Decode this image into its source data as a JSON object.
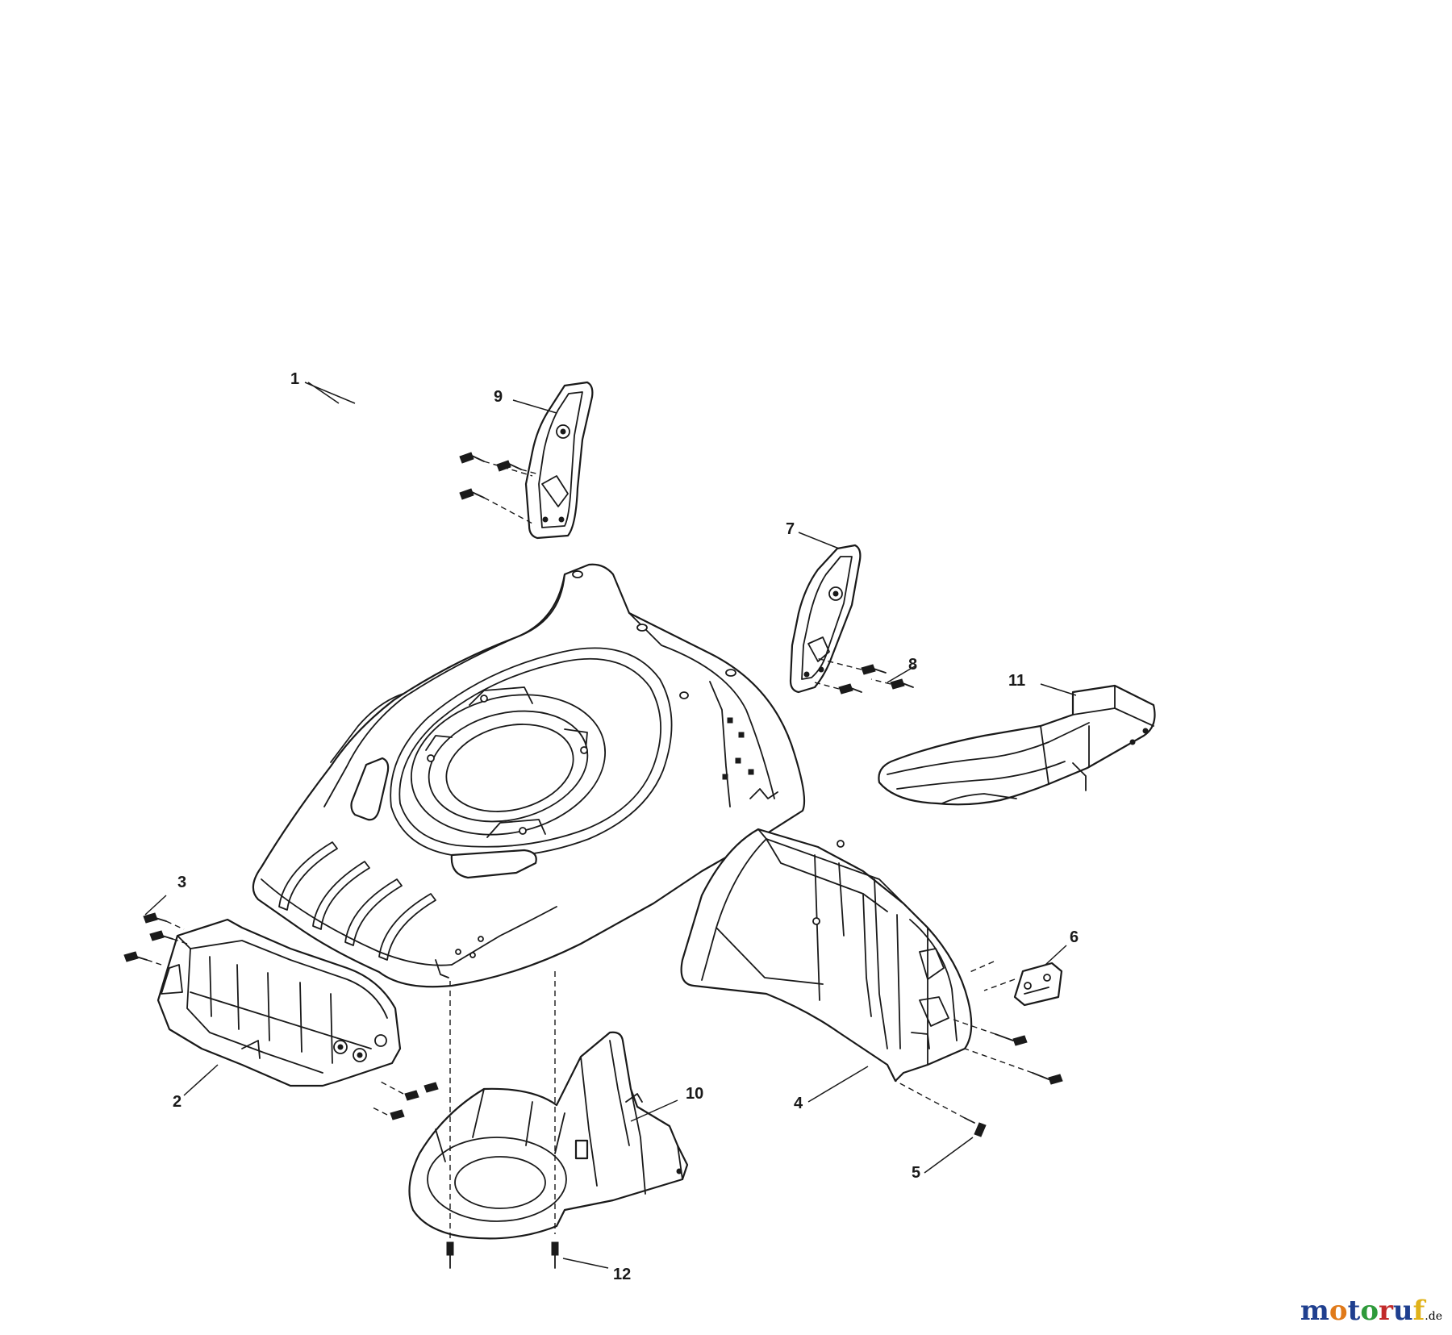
{
  "callouts": [
    {
      "id": "1",
      "label": "1"
    },
    {
      "id": "2",
      "label": "2"
    },
    {
      "id": "3",
      "label": "3"
    },
    {
      "id": "4",
      "label": "4"
    },
    {
      "id": "5",
      "label": "5"
    },
    {
      "id": "6",
      "label": "6"
    },
    {
      "id": "7",
      "label": "7"
    },
    {
      "id": "8",
      "label": "8"
    },
    {
      "id": "9",
      "label": "9"
    },
    {
      "id": "10",
      "label": "10"
    },
    {
      "id": "11",
      "label": "11"
    },
    {
      "id": "12",
      "label": "12"
    }
  ],
  "watermark": {
    "letters": [
      {
        "char": "m",
        "color": "#1f3f8f"
      },
      {
        "char": "o",
        "color": "#e07a1a"
      },
      {
        "char": "t",
        "color": "#1f3f8f"
      },
      {
        "char": "o",
        "color": "#2e9a3a"
      },
      {
        "char": "r",
        "color": "#c22a2a"
      },
      {
        "char": "u",
        "color": "#1f3f8f"
      },
      {
        "char": "f",
        "color": "#e0b21a"
      }
    ],
    "suffix": ".de"
  },
  "colors": {
    "line": "#1a1a1a",
    "background": "#ffffff"
  }
}
